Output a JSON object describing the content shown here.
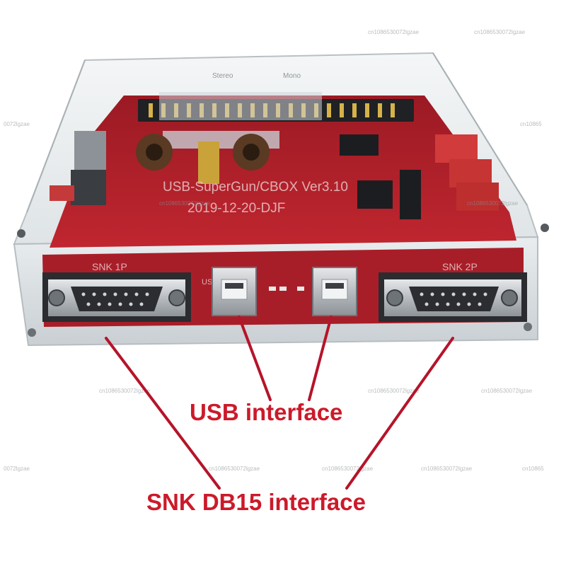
{
  "board": {
    "silkscreen_title": "USB-SuperGun/CBOX Ver3.10",
    "silkscreen_date": "2019-12-20-DJF",
    "silkscreen_audio": "Stereo",
    "silkscreen_mono": "Mono",
    "label_1p": "SNK 1P",
    "label_2p": "SNK 2P",
    "label_usb": "USB"
  },
  "callouts": {
    "usb_interface": "USB interface",
    "snk_interface": "SNK DB15 interface"
  },
  "watermarks": {
    "text": "cn1086530072lgzae",
    "text_short": "cn10865",
    "text_tail": "0072lgzae"
  },
  "colors": {
    "callout_text": "#cc1a2a",
    "leader_line": "#b5142a",
    "pcb_red": "#b3202c",
    "acrylic_edge": "#d8dde0",
    "connector_metal": "#c9ccd0",
    "connector_body": "#2a2c30"
  }
}
